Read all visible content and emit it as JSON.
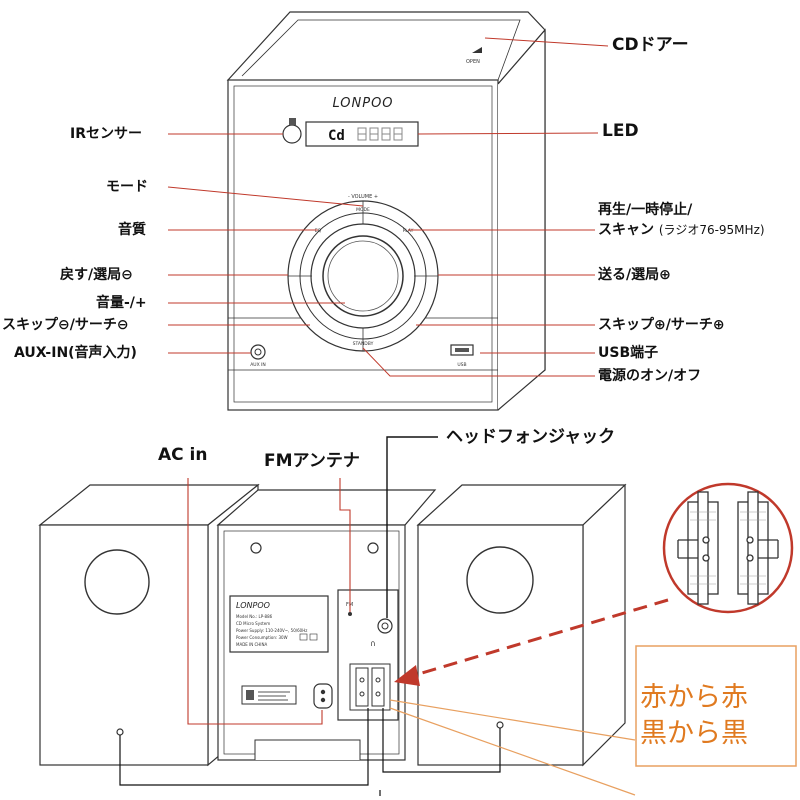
{
  "front": {
    "brand": "LONPOO",
    "display_text": "Cd",
    "volume_label": "- VOLUME +",
    "mode_key": "MODE",
    "eq_key": "EQ",
    "play_key": "PLAY",
    "standby_key": "STANDBY",
    "aux_jack_label": "AUX IN",
    "usb_port_label": "USB",
    "door_tag": "OPEN"
  },
  "labels": {
    "cd_door": "CDドアー",
    "led": "LED",
    "ir_sensor": "IRセンサー",
    "mode": "モード",
    "sound_quality": "音質",
    "play_pause_line1": "再生/一時停止/",
    "play_pause_line2": "スキャン",
    "radio_range": "(ラジオ76-95MHz)",
    "back_select": "戻す/選局⊖",
    "volume": "音量-/+",
    "skip_search_minus": "スキップ⊖/サーチ⊖",
    "aux_in": "AUX-IN(音声入力)",
    "forward_select": "送る/選局⊕",
    "skip_search_plus": "スキップ⊕/サーチ⊕",
    "usb_port": "USB端子",
    "power": "電源のオン/オフ",
    "ac_in": "AC in",
    "fm_antenna": "FMアンテナ",
    "headphone_jack": "ヘッドフォンジャック"
  },
  "rear": {
    "brand": "LONPOO",
    "plate_lines": [
      "Model No.: LP-886",
      "CD Micro System",
      "Power Supply: 110-240V~, 50/60Hz",
      "Power Consumption: 30W",
      "MADE IN CHINA"
    ],
    "fm_tag": "FM"
  },
  "callout": {
    "line1": "赤から赤",
    "line2": "黒から黒"
  },
  "colors": {
    "leader_line": "#c0392b",
    "callout_border": "#e8a060",
    "callout_text": "#e07a20",
    "outline": "#333333"
  }
}
